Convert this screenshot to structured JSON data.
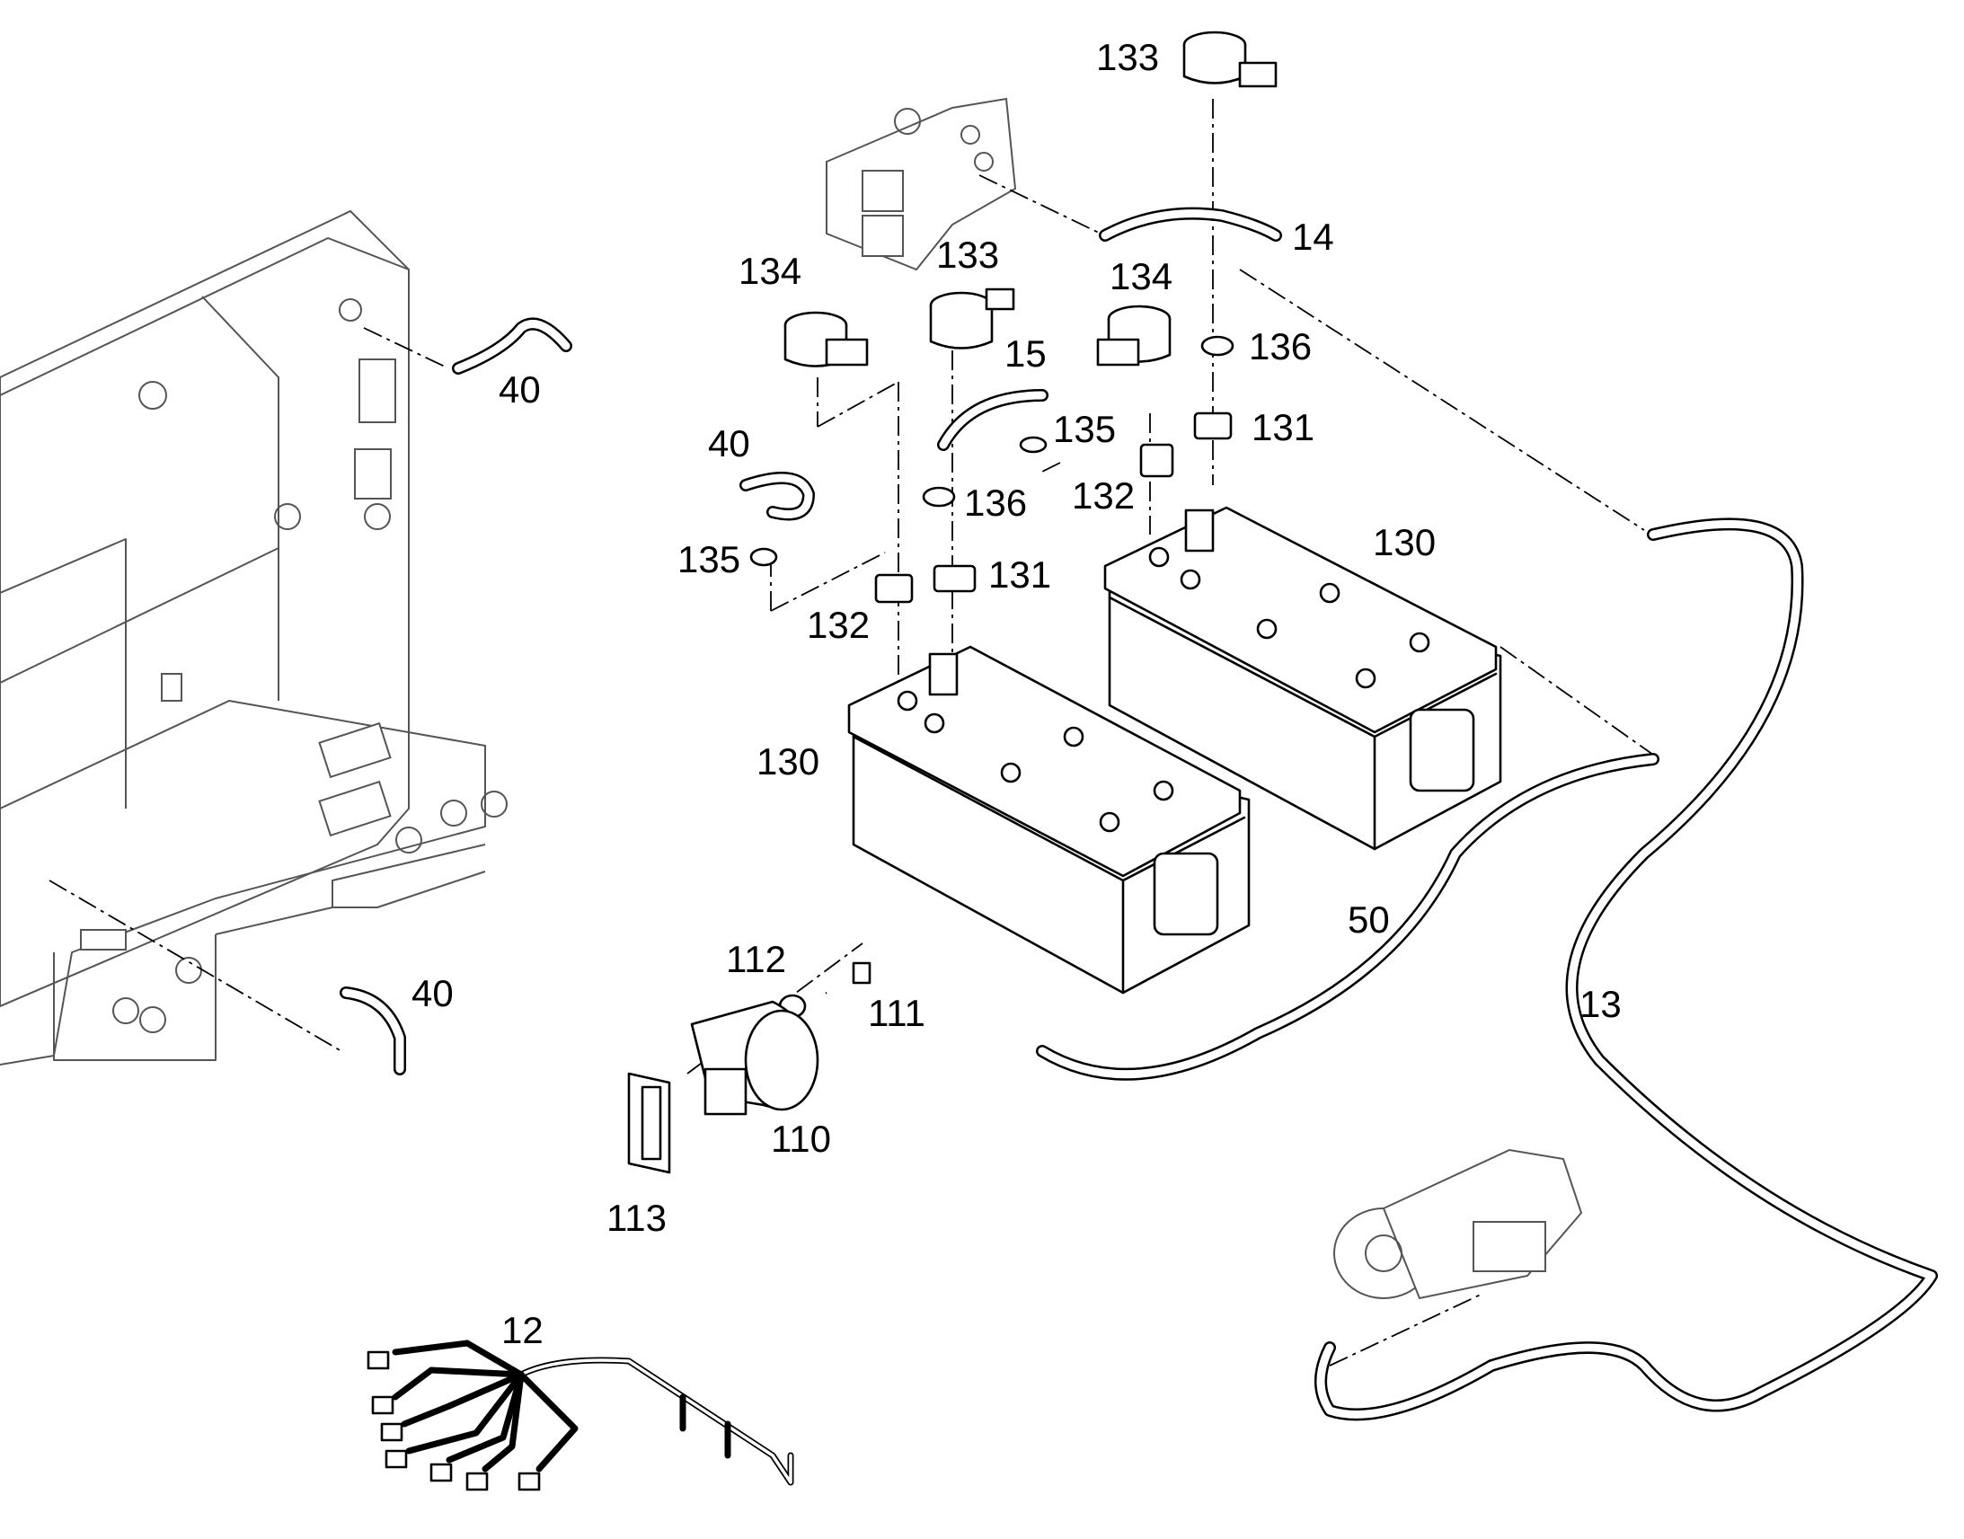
{
  "diagram": {
    "callouts": {
      "c12": "12",
      "c13": "13",
      "c14": "14",
      "c15": "15",
      "c40a": "40",
      "c40b": "40",
      "c40c": "40",
      "c50": "50",
      "c110": "110",
      "c111": "111",
      "c112": "112",
      "c113": "113",
      "c130a": "130",
      "c130b": "130",
      "c131a": "131",
      "c131b": "131",
      "c132a": "132",
      "c132b": "132",
      "c133a": "133",
      "c133b": "133",
      "c134a": "134",
      "c134b": "134",
      "c135a": "135",
      "c135b": "135",
      "c136a": "136",
      "c136b": "136"
    }
  }
}
